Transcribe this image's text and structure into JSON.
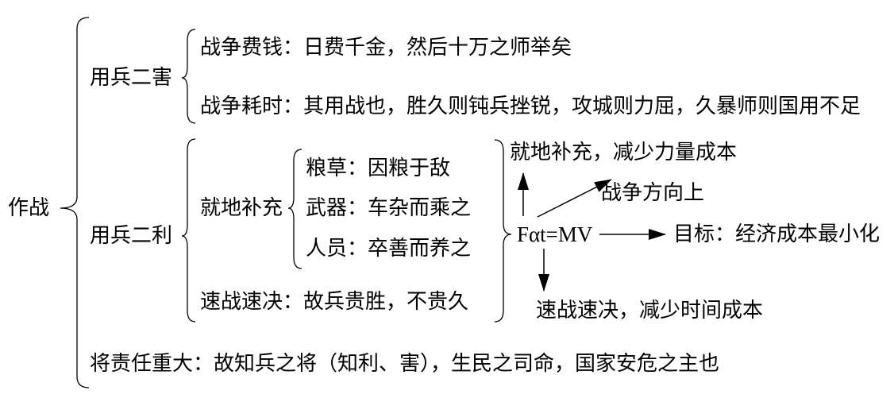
{
  "root": "作战",
  "harms": {
    "label": "用兵二害",
    "items": [
      "战争费钱：日费千金，然后十万之师举矣",
      "战争耗时：其用战也，胜久则钝兵挫锐，攻城则力屈，久暴师则国用不足"
    ]
  },
  "benefits": {
    "label": "用兵二利",
    "local": {
      "label": "就地补充",
      "items": [
        "粮草：因粮于敌",
        "武器：车杂而乘之",
        "人员：卒善而养之"
      ]
    },
    "quick": "速战速决：故兵贵胜，不贵久"
  },
  "formula": {
    "equation": "Fαt=MV",
    "up": "就地补充，减少力量成本",
    "diagonal": "战争方向上",
    "right": "目标：经济成本最小化",
    "down": "速战速决，减少时间成本"
  },
  "general": "将责任重大：故知兵之将（知利、害），生民之司命，国家安危之主也"
}
